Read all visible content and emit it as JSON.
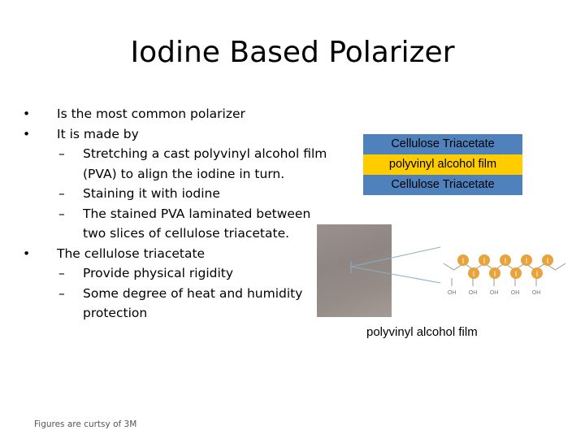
{
  "slide": {
    "title": "Iodine Based Polarizer",
    "bullets": {
      "b1": "Is the most common polarizer",
      "b2": "It is made by",
      "b2_1": "Stretching a cast polyvinyl alcohol film (PVA) to align the iodine in turn.",
      "b2_2": "Staining it with iodine",
      "b2_3": "The stained PVA laminated between two slices of cellulose triacetate.",
      "b3": "The cellulose triacetate",
      "b3_1": "Provide physical rigidity",
      "b3_2": "Some degree of heat and humidity protection"
    },
    "layer_diagram": {
      "top": "Cellulose Triacetate",
      "middle": "polyvinyl alcohol film",
      "bottom": "Cellulose Triacetate",
      "colors": {
        "triacetate": "#4f81bd",
        "pva": "#ffcc00"
      }
    },
    "molecule": {
      "iodine_label": "I",
      "hydroxyl_label": "OH",
      "iodine_color": "#e8a33a"
    },
    "film_caption": "polyvinyl alcohol film",
    "credit": "Figures are curtsy of 3M"
  }
}
